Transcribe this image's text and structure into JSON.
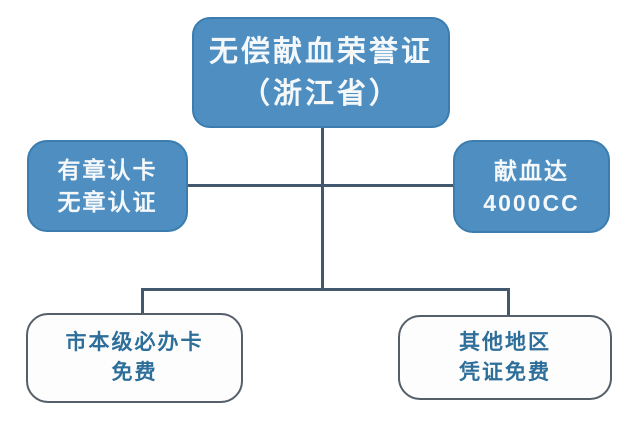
{
  "diagram": {
    "title_node": {
      "line1": "无偿献血荣誉证",
      "line2": "（浙江省）"
    },
    "left_node": {
      "line1": "有章认卡",
      "line2": "无章认证"
    },
    "right_node": {
      "line1": "献血达",
      "line2": "4000CC"
    },
    "bottom_left_node": {
      "line1": "市本级必办卡",
      "line2": "免费"
    },
    "bottom_right_node": {
      "line1": "其他地区",
      "line2": "凭证免费"
    },
    "colors": {
      "bg": "#FFFFFF",
      "node_fill": "#4E8EC0",
      "node_border": "#3C7DB0",
      "node_text": "#F5F8FA",
      "leaf_fill": "#FDFDFD",
      "leaf_border": "#555F6A",
      "leaf_text": "#2E6F9A",
      "connector": "#41586E"
    }
  }
}
